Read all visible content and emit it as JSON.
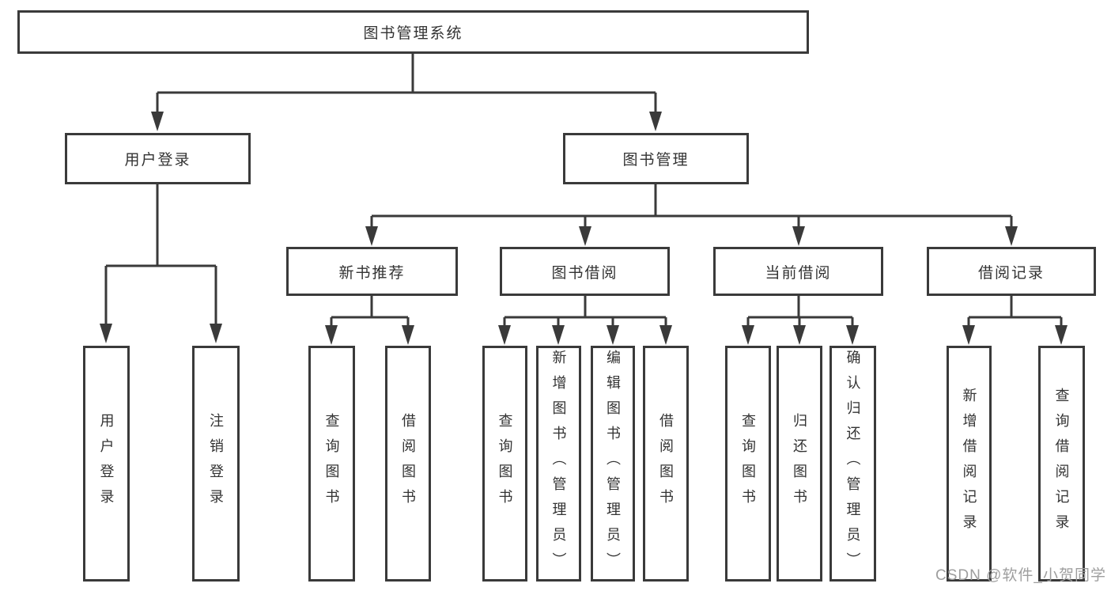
{
  "diagram_type": "hierarchy-tree",
  "colors": {
    "line": "#3a3a3a",
    "box_border": "#3a3a3a",
    "text": "#333333",
    "watermark": "#9e9e9e",
    "background": "#ffffff"
  },
  "watermark": "CSDN @软件_小贺同学",
  "nodes": {
    "root": {
      "label": "图书管理系统"
    },
    "user_login": {
      "label": "用户登录"
    },
    "book_mgmt": {
      "label": "图书管理"
    },
    "new_books": {
      "label": "新书推荐"
    },
    "book_borrow": {
      "label": "图书借阅"
    },
    "current_borrow": {
      "label": "当前借阅"
    },
    "borrow_records": {
      "label": "借阅记录"
    },
    "leaves": {
      "user_login_login": {
        "label": "用户登录",
        "parent": "用户登录"
      },
      "user_login_logout": {
        "label": "注销登录",
        "parent": "用户登录"
      },
      "new_books_query": {
        "label": "查询图书",
        "parent": "新书推荐"
      },
      "new_books_borrow": {
        "label": "借阅图书",
        "parent": "新书推荐"
      },
      "book_borrow_query": {
        "label": "查询图书",
        "parent": "图书借阅"
      },
      "book_borrow_add": {
        "label": "新增图书（管理员）",
        "parent": "图书借阅"
      },
      "book_borrow_edit": {
        "label": "编辑图书（管理员）",
        "parent": "图书借阅"
      },
      "book_borrow_borrow": {
        "label": "借阅图书",
        "parent": "图书借阅"
      },
      "current_borrow_query": {
        "label": "查询图书",
        "parent": "当前借阅"
      },
      "current_borrow_return": {
        "label": "归还图书",
        "parent": "当前借阅"
      },
      "current_borrow_confirm": {
        "label": "确认归还（管理员）",
        "parent": "当前借阅"
      },
      "records_add": {
        "label": "新增借阅记录",
        "parent": "借阅记录"
      },
      "records_query": {
        "label": "查询借阅记录",
        "parent": "借阅记录"
      }
    }
  }
}
